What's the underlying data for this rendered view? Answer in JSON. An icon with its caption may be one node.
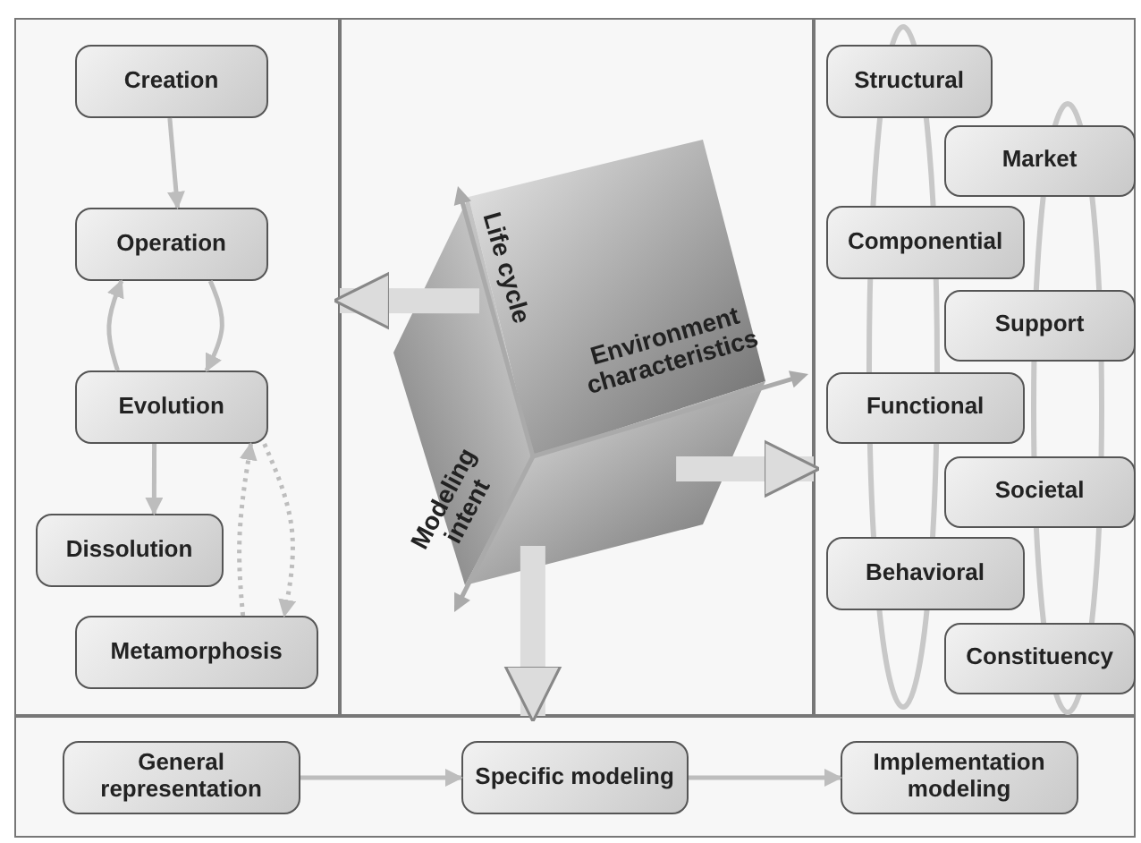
{
  "diagram": {
    "nodes": [
      {
        "text": [],
        "shape": "box"
      },
      {
        "text": [
          "Creation"
        ],
        "in": 0
      },
      {
        "text": [
          "Operation"
        ],
        "in": 0
      },
      {
        "text": [
          "Evolution"
        ],
        "in": 0
      },
      {
        "text": [
          "Dissolution"
        ],
        "in": 0
      },
      {
        "text": [
          "Metamorphosis"
        ],
        "in": 0
      },
      {
        "text": [],
        "shape": "box"
      },
      {
        "text": [
          "Life cycle",
          "Environment characteristics",
          "Modeling intent"
        ],
        "in": 6
      },
      {
        "text": [],
        "shape": "box"
      },
      {
        "text": [
          "Structural"
        ],
        "in": 8
      },
      {
        "text": [
          "Market"
        ],
        "in": 8
      },
      {
        "text": [
          "Componential"
        ],
        "in": 8
      },
      {
        "text": [
          "Support"
        ],
        "in": 8
      },
      {
        "text": [
          "Functional"
        ],
        "in": 8
      },
      {
        "text": [
          "Societal"
        ],
        "in": 8
      },
      {
        "text": [
          "Behavioral"
        ],
        "in": 8
      },
      {
        "text": [
          "Constituency"
        ],
        "in": 8
      },
      {
        "text": [],
        "shape": "box"
      },
      {
        "text": [
          "General representation"
        ],
        "in": 17
      },
      {
        "text": [
          "Specific modeling"
        ],
        "in": 17
      },
      {
        "text": [
          "Implementation modeling"
        ],
        "in": 17
      }
    ],
    "edges": [
      {
        "from": 1,
        "to": 2,
        "arrow": "to"
      },
      {
        "from": 2,
        "to": 3,
        "arrow": "to"
      },
      {
        "from": 3,
        "to": 2,
        "arrow": "to"
      },
      {
        "from": 3,
        "to": 4,
        "arrow": "to"
      },
      {
        "from": 5,
        "to": 3,
        "arrow": "to",
        "style": "dashed"
      },
      {
        "from": 3,
        "to": 5,
        "arrow": "to",
        "style": "dashed"
      },
      {
        "from": 18,
        "to": 19,
        "arrow": "to"
      },
      {
        "from": 19,
        "to": 20,
        "arrow": "to"
      },
      {
        "from": 7,
        "to": 0,
        "arrow": "to",
        "style": "thick"
      },
      {
        "from": 7,
        "to": 8,
        "arrow": "to",
        "style": "thick"
      },
      {
        "from": 7,
        "to": 17,
        "arrow": "to",
        "style": "thick"
      }
    ]
  }
}
